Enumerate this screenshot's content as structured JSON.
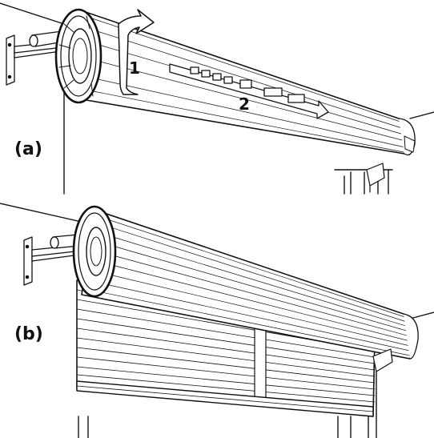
{
  "panels": [
    {
      "label": "(a)"
    },
    {
      "label": "(b)"
    }
  ],
  "steps": [
    {
      "label": "1"
    },
    {
      "label": "2"
    }
  ],
  "colors": {
    "line": "#111111",
    "background": "#ffffff"
  }
}
